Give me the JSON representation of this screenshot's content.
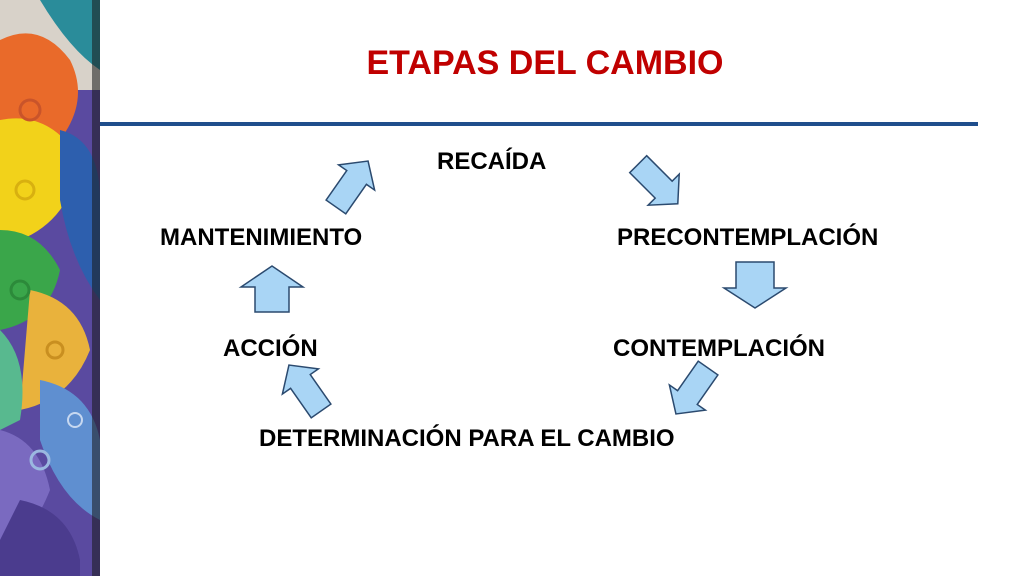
{
  "slide": {
    "title": "ETAPAS DEL CAMBIO"
  },
  "stages": {
    "recaida": "RECAÍDA",
    "precontemplacion": "PRECONTEMPLACIÓN",
    "contemplacion": "CONTEMPLACIÓN",
    "determinacion": "DETERMINACIÓN PARA EL CAMBIO",
    "accion": "ACCIÓN",
    "mantenimiento": "MANTENIMIENTO"
  },
  "colors": {
    "title": "#c00000",
    "divider": "#1f4e8c",
    "arrow_fill": "#a9d5f5",
    "arrow_stroke": "#2b4a6f"
  }
}
